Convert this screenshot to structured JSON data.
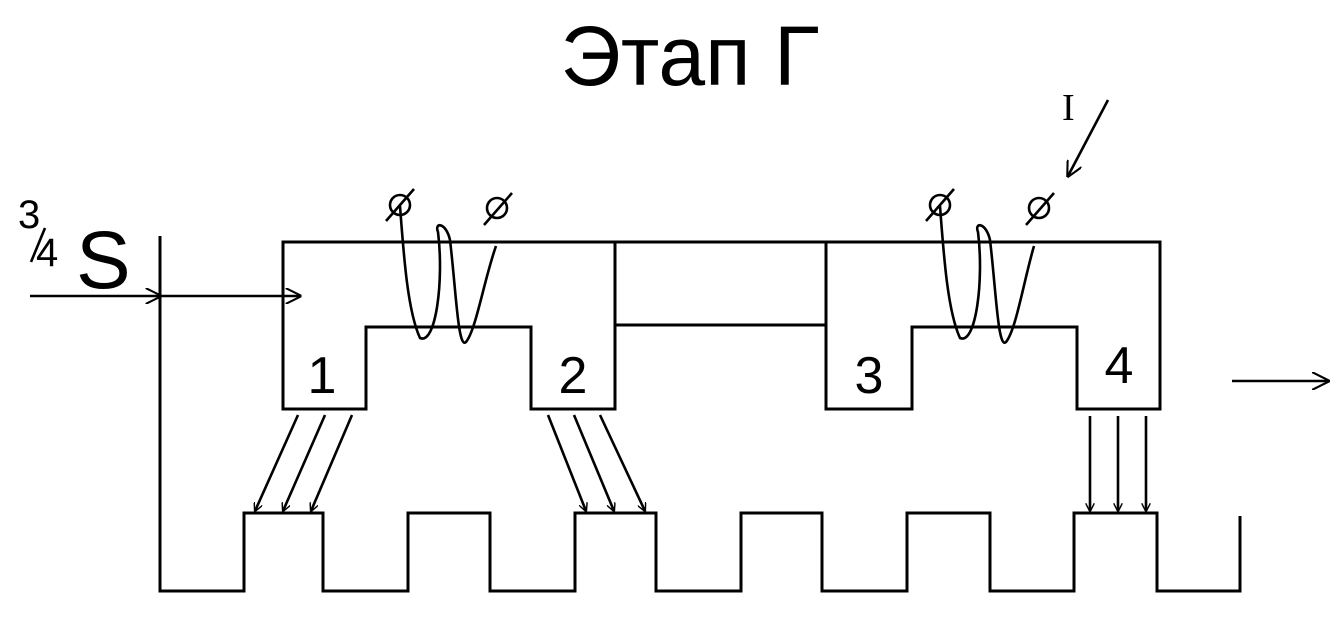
{
  "title": "Этап Г",
  "stroke_color": "#000000",
  "background_color": "#ffffff",
  "step_label": {
    "numerator": "3",
    "denominator": "4",
    "symbol": "S"
  },
  "current_label": "I",
  "poles": [
    "1",
    "2",
    "3",
    "4"
  ],
  "motion_arrow_icon": "right-arrow-icon"
}
